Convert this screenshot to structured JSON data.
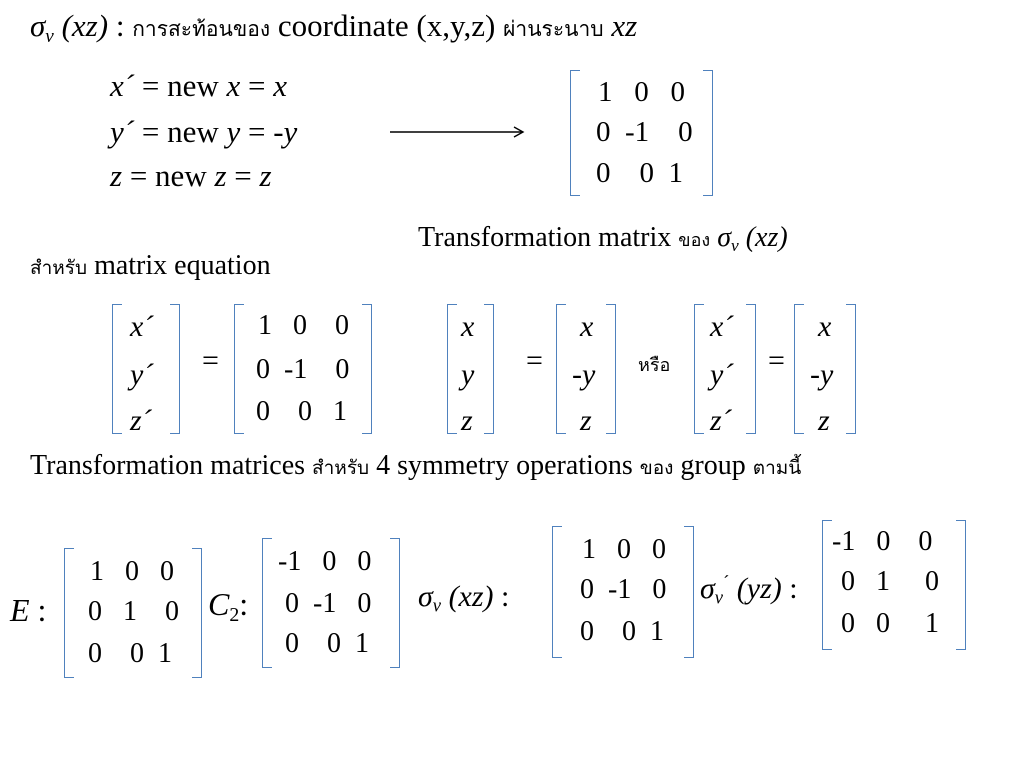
{
  "title": {
    "symbol": "σ",
    "symbol_sub": "v",
    "plane": "(xz)",
    "colon": ":",
    "thai_1": "การสะท้อนของ",
    "coordinate": "coordinate (x,y,z)",
    "thai_2": "ผ่านระนาบ",
    "plane_end": "xz"
  },
  "equations": [
    {
      "lhs": "x´",
      "mid": "= new",
      "var": "x",
      "eq": "=",
      "rhs": "x"
    },
    {
      "lhs": "y´",
      "mid": "= new",
      "var": "y",
      "eq": "=",
      "rhs": "-y"
    },
    {
      "lhs": "z",
      "mid": " = new",
      "var": "z",
      "eq": "=",
      "rhs": "z"
    }
  ],
  "top_matrix": {
    "rows": [
      "1   0   0",
      "0  -1    0",
      "0    0  1"
    ]
  },
  "caption": {
    "text": "Transformation matrix",
    "thai": "ของ",
    "symbol": "σ",
    "symbol_sub": "v",
    "plane": "(xz)"
  },
  "matrix_eq_label": {
    "thai": "สำหรับ",
    "text": "matrix equation"
  },
  "equation_row": {
    "vec_prime": [
      "x´",
      "y´",
      "z´"
    ],
    "equals": "=",
    "matrix": [
      "1   0    0",
      "0  -1    0",
      "0    0   1"
    ],
    "vec_xyz": [
      "x",
      "y",
      "z"
    ],
    "vec_result": [
      "x",
      "-y",
      "z"
    ],
    "or_thai": "หรือ"
  },
  "symmetry_heading": {
    "part1": "Transformation matrices",
    "thai1": "สำหรับ",
    "part2": "4 symmetry operations",
    "thai2": "ของ",
    "part3": "group",
    "thai3": "ตามนี้"
  },
  "operations": [
    {
      "label": "E",
      "colon": ":",
      "rows": [
        "1   0   0",
        "0   1    0",
        "0    0  1"
      ]
    },
    {
      "label": "C",
      "label_sub": "2",
      "colon": ":",
      "rows": [
        "-1   0   0",
        " 0  -1   0",
        " 0    0  1"
      ]
    },
    {
      "label": "σ",
      "label_sub": "v",
      "plane": "(xz)",
      "colon": ":",
      "rows": [
        "1   0   0",
        "0  -1   0",
        "0    0  1"
      ]
    },
    {
      "label": "σ",
      "label_sub": "v",
      "label_sup": "´",
      "plane": "(yz)",
      "colon": ":",
      "rows": [
        "-1   0    0",
        " 0   1     0",
        " 0   0     1"
      ]
    }
  ]
}
